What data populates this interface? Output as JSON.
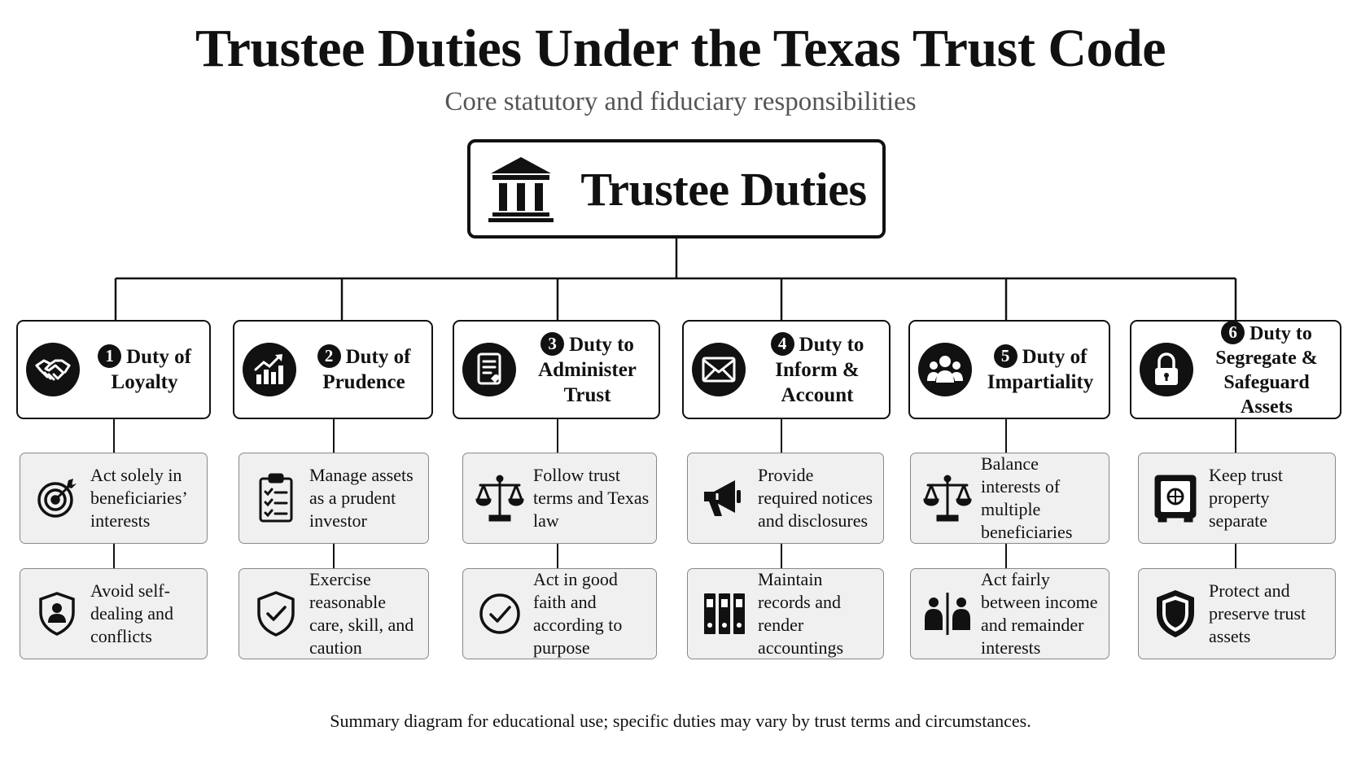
{
  "header": {
    "title": "Trustee Duties Under the Texas Trust Code",
    "subtitle": "Core statutory and fiduciary responsibilities"
  },
  "root": {
    "label": "Trustee Duties",
    "icon": "courthouse-icon"
  },
  "duties": [
    {
      "number": "1",
      "line1": "Duty of",
      "line2": "Loyalty",
      "icon": "handshake-icon",
      "items": [
        {
          "text": "Act solely in beneficiaries’ interests",
          "icon": "target-icon"
        },
        {
          "text": "Avoid self-dealing and conflicts",
          "icon": "person-shield-icon"
        }
      ]
    },
    {
      "number": "2",
      "line1": "Duty of",
      "line2": "Prudence",
      "icon": "growth-chart-icon",
      "items": [
        {
          "text": "Manage assets as a prudent investor",
          "icon": "clipboard-checklist-icon"
        },
        {
          "text": "Exercise reasonable care, skill, and caution",
          "icon": "shield-check-icon"
        }
      ]
    },
    {
      "number": "3",
      "line1": "Duty to",
      "line2": "Administer Trust",
      "icon": "document-icon",
      "items": [
        {
          "text": "Follow trust terms and Texas law",
          "icon": "scales-icon"
        },
        {
          "text": "Act in good faith and according to purpose",
          "icon": "check-circle-icon"
        }
      ]
    },
    {
      "number": "4",
      "line1": "Duty to",
      "line2": "Inform & Account",
      "icon": "envelope-icon",
      "items": [
        {
          "text": "Provide required notices and disclosures",
          "icon": "megaphone-icon"
        },
        {
          "text": "Maintain records and render accountings",
          "icon": "binders-icon"
        }
      ]
    },
    {
      "number": "5",
      "line1": "Duty of",
      "line2": "Impartiality",
      "icon": "group-icon",
      "items": [
        {
          "text": "Balance interests of multiple beneficiaries",
          "icon": "scales-icon"
        },
        {
          "text": "Act fairly between income and remainder interests",
          "icon": "two-persons-icon"
        }
      ]
    },
    {
      "number": "6",
      "line1": "Duty to",
      "line2": "Segregate &",
      "line3": "Safeguard Assets",
      "icon": "padlock-icon",
      "items": [
        {
          "text": "Keep trust property separate",
          "icon": "safe-icon"
        },
        {
          "text": "Protect and preserve trust assets",
          "icon": "shield-icon"
        }
      ]
    }
  ],
  "footer": {
    "note": "Summary diagram for educational use; specific duties may vary by trust terms and circumstances."
  }
}
